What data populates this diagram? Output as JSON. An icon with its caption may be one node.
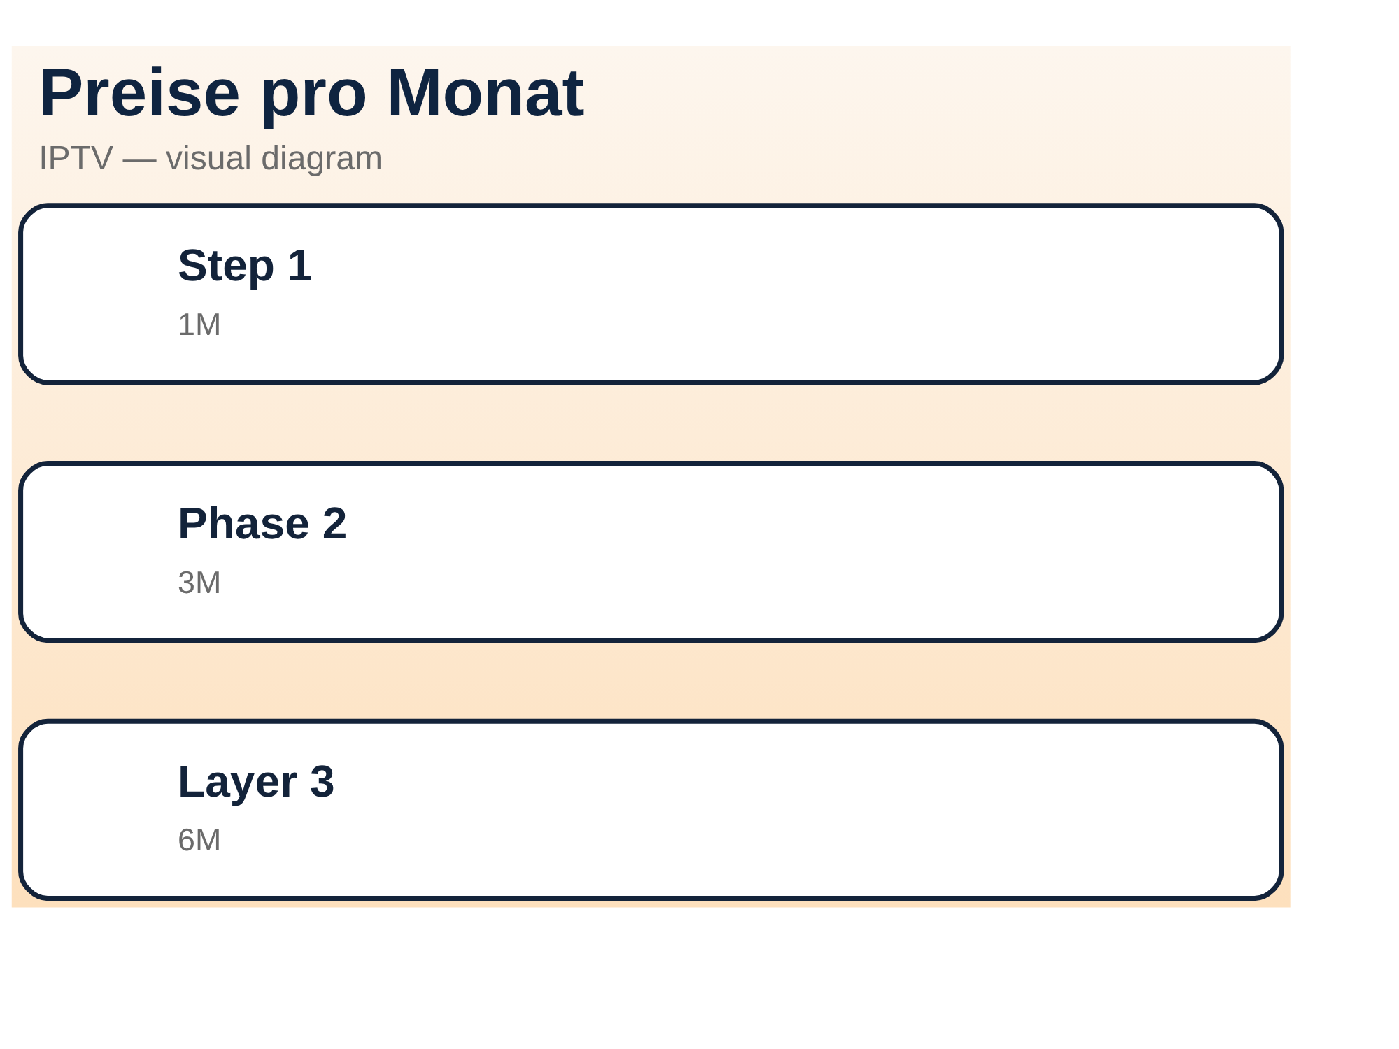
{
  "diagram": {
    "title": "Preise pro Monat",
    "caption": "IPTV — visual diagram",
    "nodes": [
      {
        "text": [
          "Step 1",
          "1M"
        ]
      },
      {
        "text": [
          "Phase 2",
          "3M"
        ]
      },
      {
        "text": [
          "Layer 3",
          "6M"
        ]
      }
    ]
  }
}
